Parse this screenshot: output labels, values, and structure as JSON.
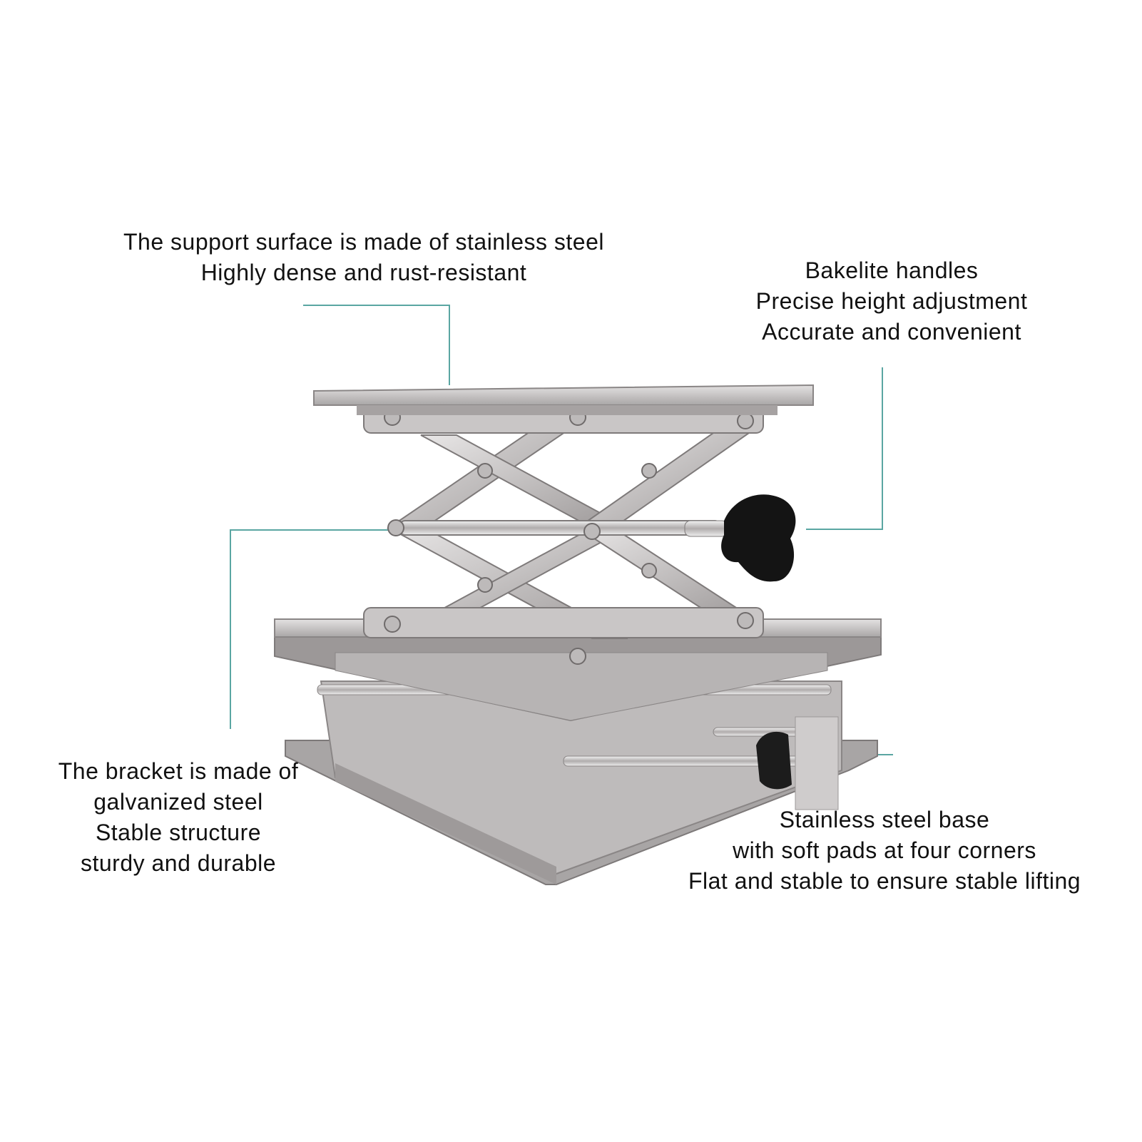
{
  "captions": {
    "surface": [
      "The support surface is made of stainless steel",
      "Highly dense and rust-resistant"
    ],
    "handle": [
      "Bakelite handles",
      "Precise height adjustment",
      "Accurate and convenient"
    ],
    "bracket": [
      "The bracket is made of",
      "galvanized steel",
      "Stable structure",
      "sturdy and durable"
    ],
    "base": [
      "Stainless steel base",
      "with soft pads at four corners",
      "Flat and stable to ensure stable lifting"
    ]
  },
  "colors": {
    "leader": "#5aa6a2",
    "steel_light": "#d8d6d6",
    "steel_mid": "#b9b6b6",
    "steel_dark": "#8c8888",
    "knob": "#141414"
  }
}
